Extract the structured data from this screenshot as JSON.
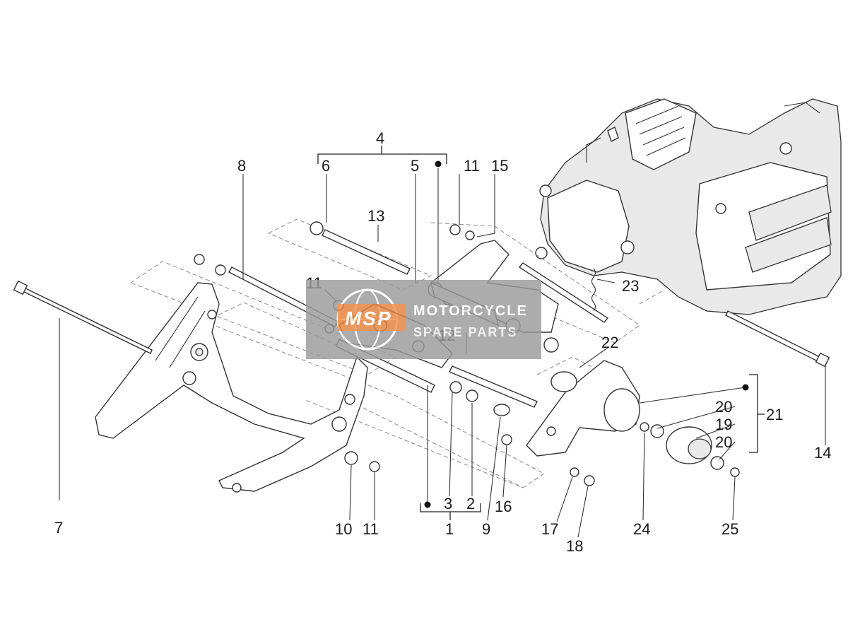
{
  "diagram": {
    "callouts": [
      {
        "id": "c4",
        "text": "4"
      },
      {
        "id": "c6",
        "text": "6"
      },
      {
        "id": "c5",
        "text": "5"
      },
      {
        "id": "c11a",
        "text": "11"
      },
      {
        "id": "c15",
        "text": "15"
      },
      {
        "id": "c8",
        "text": "8"
      },
      {
        "id": "c13",
        "text": "13"
      },
      {
        "id": "c11b",
        "text": "11"
      },
      {
        "id": "c23",
        "text": "23"
      },
      {
        "id": "c12",
        "text": "12"
      },
      {
        "id": "c22",
        "text": "22"
      },
      {
        "id": "c20a",
        "text": "20"
      },
      {
        "id": "c21",
        "text": "21"
      },
      {
        "id": "c19",
        "text": "19"
      },
      {
        "id": "c20b",
        "text": "20"
      },
      {
        "id": "c14",
        "text": "14"
      },
      {
        "id": "c7",
        "text": "7"
      },
      {
        "id": "c3",
        "text": "3"
      },
      {
        "id": "c2",
        "text": "2"
      },
      {
        "id": "c16",
        "text": "16"
      },
      {
        "id": "c1",
        "text": "1"
      },
      {
        "id": "c9",
        "text": "9"
      },
      {
        "id": "c10",
        "text": "10"
      },
      {
        "id": "c11c",
        "text": "11"
      },
      {
        "id": "c17",
        "text": "17"
      },
      {
        "id": "c18",
        "text": "18"
      },
      {
        "id": "c24",
        "text": "24"
      },
      {
        "id": "c25",
        "text": "25"
      }
    ],
    "watermark": {
      "line1": "MOTORCYCLE",
      "line2": "SPARE PARTS",
      "logo": "MSP"
    }
  }
}
